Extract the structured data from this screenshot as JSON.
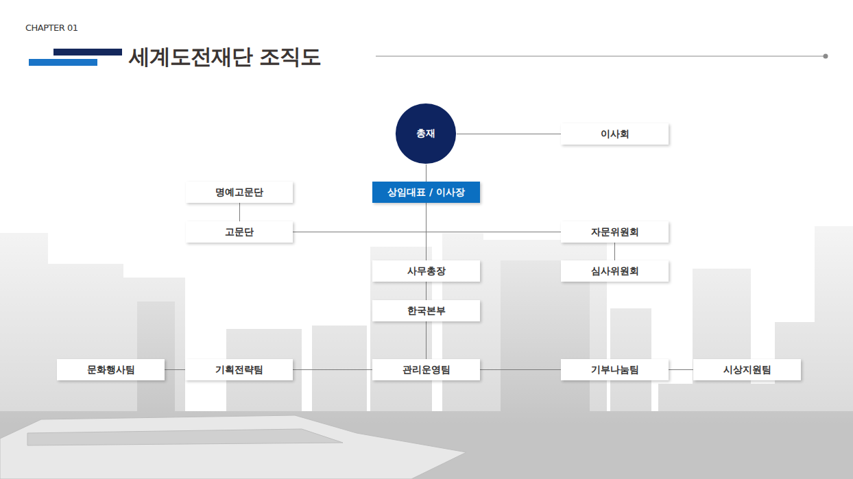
{
  "diagram": {
    "title": "세계도전재단 조직도",
    "nodes": [
      {
        "text": [
          "총재"
        ]
      },
      {
        "text": [
          "이사회"
        ]
      },
      {
        "text": [
          "명예고문단"
        ]
      },
      {
        "text": [
          "상임대표 / 이사장"
        ]
      },
      {
        "text": [
          "고문단"
        ]
      },
      {
        "text": [
          "자문위원회"
        ]
      },
      {
        "text": [
          "사무총장"
        ]
      },
      {
        "text": [
          "심사위원회"
        ]
      },
      {
        "text": [
          "한국본부"
        ]
      },
      {
        "text": [
          "문화행사팀"
        ]
      },
      {
        "text": [
          "기획전략팀"
        ]
      },
      {
        "text": [
          "관리운영팀"
        ]
      },
      {
        "text": [
          "기부나눔팀"
        ]
      },
      {
        "text": [
          "시상지원팀"
        ]
      }
    ],
    "edges": [
      {
        "from": 0,
        "to": 1,
        "arrow": "none"
      },
      {
        "from": 0,
        "to": 3,
        "arrow": "none"
      },
      {
        "from": 2,
        "to": 4,
        "arrow": "none"
      },
      {
        "from": 3,
        "to": 4,
        "arrow": "none"
      },
      {
        "from": 3,
        "to": 5,
        "arrow": "none"
      },
      {
        "from": 3,
        "to": 6,
        "arrow": "none"
      },
      {
        "from": 5,
        "to": 7,
        "arrow": "none"
      },
      {
        "from": 6,
        "to": 8,
        "arrow": "none"
      },
      {
        "from": 8,
        "to": 11,
        "arrow": "none"
      },
      {
        "from": 11,
        "to": 10,
        "arrow": "none"
      },
      {
        "from": 10,
        "to": 9,
        "arrow": "none"
      },
      {
        "from": 11,
        "to": 12,
        "arrow": "none"
      },
      {
        "from": 12,
        "to": 13,
        "arrow": "none"
      }
    ],
    "labels": [
      "CHAPTER 01"
    ]
  }
}
